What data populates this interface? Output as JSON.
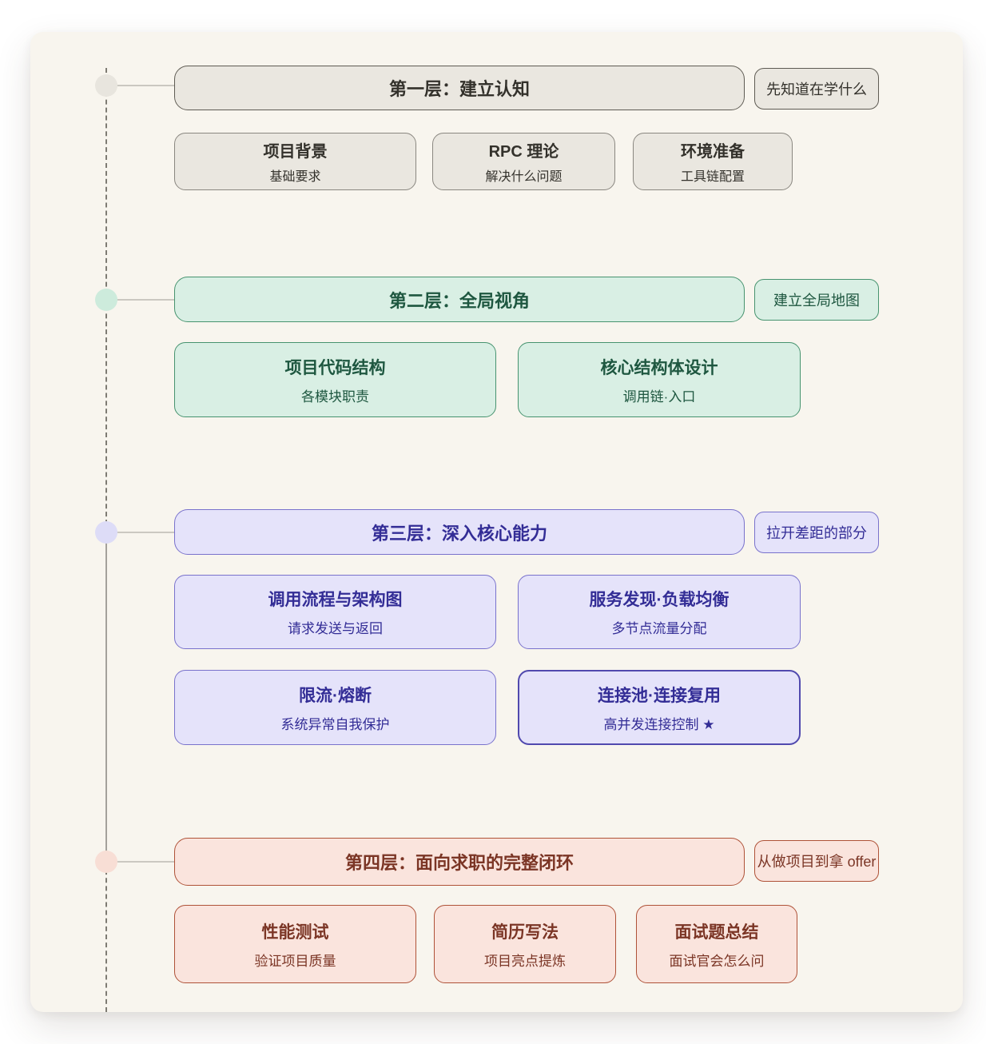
{
  "canvas": {
    "background": "#ffffff",
    "panel_background": "#f8f5ee"
  },
  "timeline": {
    "dash_color": "#7e7b73",
    "connector_color": "#cbc8c1",
    "node_colors": [
      "#e8e5de",
      "#cdebdc",
      "#dddcf7",
      "#f8ded5"
    ]
  },
  "layers": [
    {
      "title": "第一层：建立认知",
      "side_note": "先知道在学什么",
      "accent": {
        "fill": "#eae7e0",
        "border": "#5e5b53",
        "text": "#33312b"
      },
      "cards": [
        {
          "title": "项目背景",
          "subtitle": "基础要求"
        },
        {
          "title": "RPC 理论",
          "subtitle": "解决什么问题"
        },
        {
          "title": "环境准备",
          "subtitle": "工具链配置"
        }
      ]
    },
    {
      "title": "第二层：全局视角",
      "side_note": "建立全局地图",
      "accent": {
        "fill": "#d9efe4",
        "border": "#47936f",
        "text": "#1e5740"
      },
      "cards": [
        {
          "title": "项目代码结构",
          "subtitle": "各模块职责"
        },
        {
          "title": "核心结构体设计",
          "subtitle": "调用链·入口"
        }
      ]
    },
    {
      "title": "第三层：深入核心能力",
      "side_note": "拉开差距的部分",
      "accent": {
        "fill": "#e5e3fa",
        "border": "#7972cc",
        "text": "#332d96",
        "highlight_border": "#5049ae"
      },
      "cards": [
        {
          "title": "调用流程与架构图",
          "subtitle": "请求发送与返回"
        },
        {
          "title": "服务发现·负载均衡",
          "subtitle": "多节点流量分配"
        },
        {
          "title": "限流·熔断",
          "subtitle": "系统异常自我保护"
        },
        {
          "title": "连接池·连接复用",
          "subtitle": "高并发连接控制 ★",
          "highlighted": true
        }
      ]
    },
    {
      "title": "第四层：面向求职的完整闭环",
      "side_note": "从做项目到拿 offer",
      "accent": {
        "fill": "#fae4dd",
        "border": "#af5238",
        "text": "#7b3525"
      },
      "cards": [
        {
          "title": "性能测试",
          "subtitle": "验证项目质量"
        },
        {
          "title": "简历写法",
          "subtitle": "项目亮点提炼"
        },
        {
          "title": "面试题总结",
          "subtitle": "面试官会怎么问"
        }
      ]
    }
  ]
}
